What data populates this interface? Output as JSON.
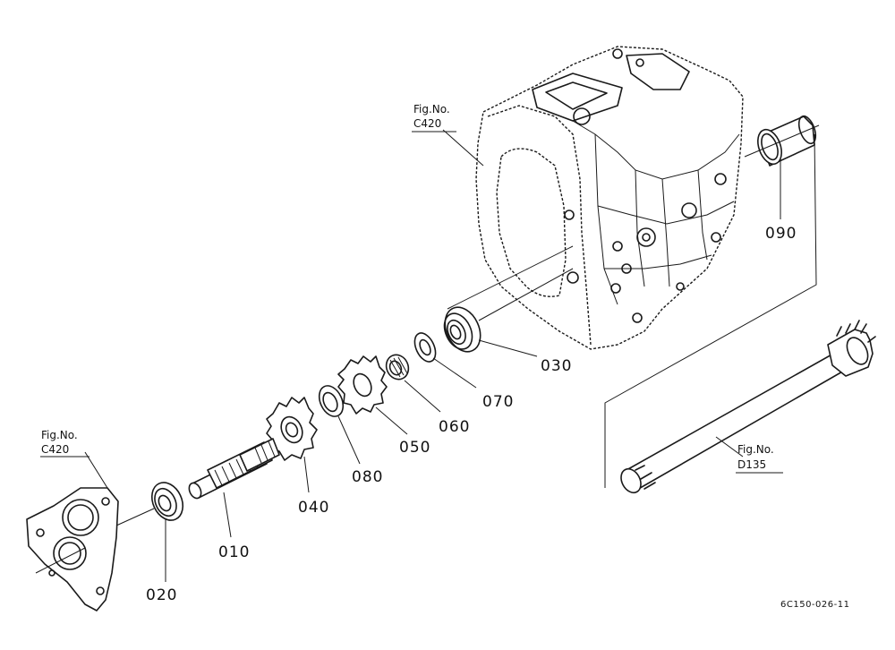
{
  "part_labels": {
    "p010": "010",
    "p020": "020",
    "p030": "030",
    "p040": "040",
    "p050": "050",
    "p060": "060",
    "p070": "070",
    "p080": "080",
    "p090": "090"
  },
  "figure_refs": {
    "case_top": {
      "line1": "Fig.No.",
      "line2": "C420"
    },
    "cover_left": {
      "line1": "Fig.No.",
      "line2": "C420"
    },
    "shaft_right": {
      "line1": "Fig.No.",
      "line2": "D135"
    }
  },
  "drawing_code": "6C150-026-11"
}
